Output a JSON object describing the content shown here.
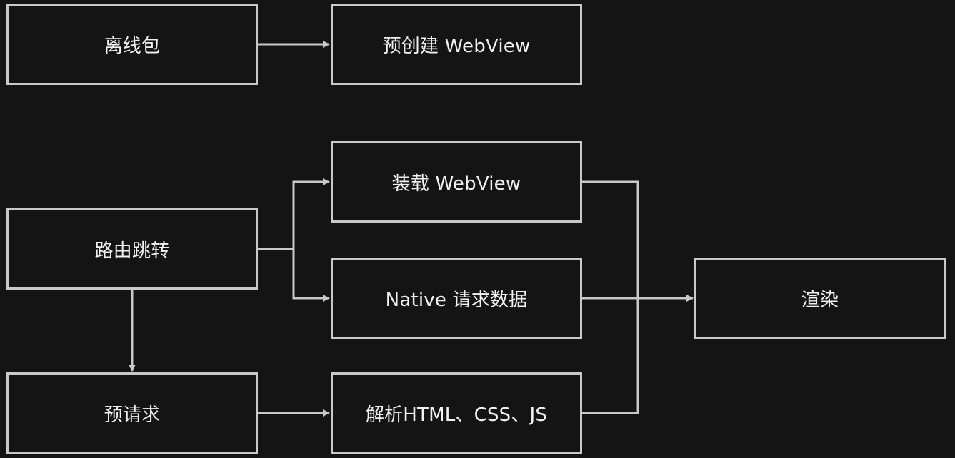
{
  "diagram": {
    "nodes": {
      "offline_package": "离线包",
      "precreate_webview": "预创建 WebView",
      "load_webview": "装载 WebView",
      "route_jump": "路由跳转",
      "native_request": "Native 请求数据",
      "render": "渲染",
      "prefetch": "预请求",
      "parse": "解析HTML、CSS、JS"
    },
    "edges": [
      {
        "from": "offline_package",
        "to": "precreate_webview"
      },
      {
        "from": "route_jump",
        "to": "load_webview"
      },
      {
        "from": "route_jump",
        "to": "native_request"
      },
      {
        "from": "route_jump",
        "to": "prefetch"
      },
      {
        "from": "prefetch",
        "to": "parse"
      },
      {
        "from": "load_webview",
        "to": "render"
      },
      {
        "from": "native_request",
        "to": "render"
      },
      {
        "from": "parse",
        "to": "render"
      }
    ],
    "colors": {
      "background": "#141414",
      "stroke": "#c9c9c9",
      "text": "#f2f2f2"
    }
  }
}
